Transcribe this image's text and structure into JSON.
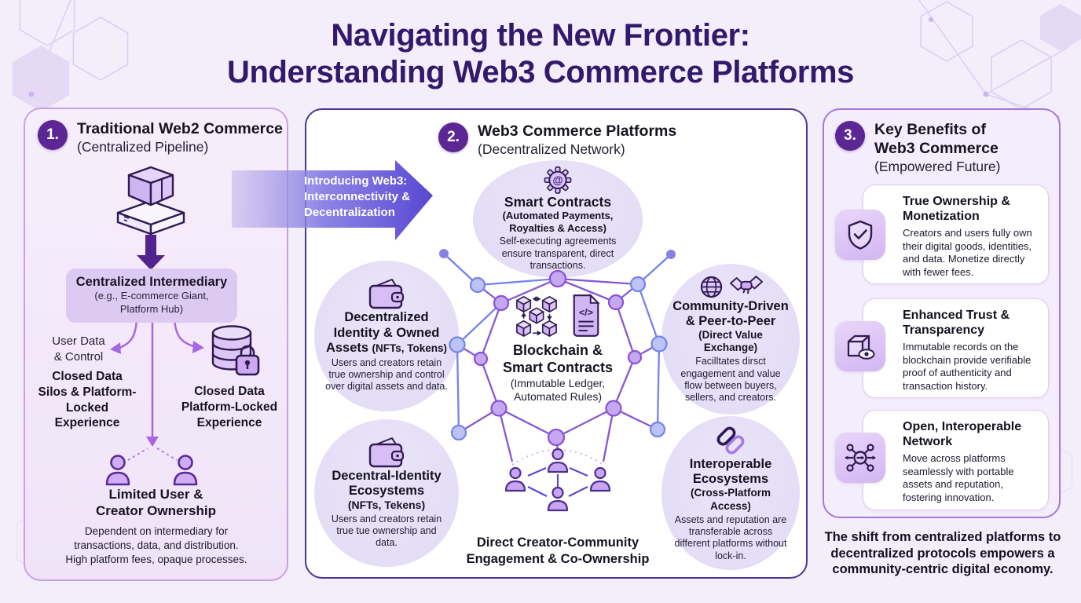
{
  "page": {
    "title_line1": "Navigating the New Frontier:",
    "title_line2": "Understanding Web3 Commerce Platforms"
  },
  "colors": {
    "background": "#f3eef9",
    "title_text": "#32196b",
    "badge": "#5c2694",
    "panel1_border": "#c9a0e6",
    "panel2_border": "#4a3795",
    "panel3_border": "#a379d9",
    "arrow_fill": "#5c4cd6",
    "network_purple": "#8558d6",
    "network_blue": "#7583e8",
    "icon_outline": "#2f1b52",
    "icon_fill": "#d9bef5"
  },
  "panel1": {
    "badge": "1.",
    "title": "Traditional Web2 Commerce",
    "subtitle": "(Centralized Pipeline)",
    "icon": "package-on-platform-icon",
    "intermediary_title": "Centralized Intermediary",
    "intermediary_subtitle": "(e.g., E-commerce Giant,\nPlatform Hub)",
    "user_data_label": "User Data\n& Control",
    "left_outcome": "Closed Data\nSilos & Platform-\nLocked\nExperience",
    "right_outcome": "Closed Data\nPlatform-Locked\nExperience",
    "right_icon": "database-lock-icon",
    "ownership_label": "Limited User &\nCreator Ownership",
    "footer": "Dependent on intermediary for\ntransactions, data, and distribution.\nHigh platform fees, opaque processes."
  },
  "transition_arrow": {
    "line1": "Introducing Web3:",
    "line2": "Interconnectivity &",
    "line3": "Decentralization"
  },
  "panel2": {
    "badge": "2.",
    "title": "Web3 Commerce Platforms",
    "subtitle": "(Decentralized Network)",
    "smart_contracts": {
      "icon": "gear-at-icon",
      "title": "Smart Contracts",
      "subtitle": "(Automated Payments,\nRoyalties & Access)",
      "body": "Self-executing agreements ensure transparent, direct transactions."
    },
    "identity_assets": {
      "icon": "wallet-icon",
      "title": "Decentralized Identity & Owned Assets",
      "subtitle": "(NFTs, Tokens)",
      "body": "Users and creators retain true ownership and control over digital assets and data."
    },
    "community": {
      "icon": "globe-handshake-icon",
      "title": "Community-Driven & Peer-to-Peer",
      "subtitle": "(Direct Value Exchange)",
      "body": "Facilltates dirsct engagement and value flow between buyers, sellers, and creators."
    },
    "center": {
      "icon": "blockchain-cubes-icon and code-document-icon",
      "title": "Blockchain &\nSmart Contracts",
      "subtitle": "(Immutable Ledger,\nAutomated Rules)"
    },
    "identity_ecosystems": {
      "icon": "wallet-icon",
      "title": "Decentral-Identity Ecosystems",
      "subtitle": "(NFTs, Tekens)",
      "body": "Users and creators retain true tue ownership and data."
    },
    "interoperable": {
      "icon": "chain-link-icon",
      "title": "Interoperable Ecosystems",
      "subtitle": "(Cross-Platform Access)",
      "body": "Assets and reputation are transferable across different platforms without lock-in."
    },
    "bottom_label": "Direct Creator-Community\nEngagement & Co-Ownership"
  },
  "panel3": {
    "badge": "3.",
    "title": "Key Benefits of\nWeb3 Commerce",
    "subtitle": "(Empowered Future)",
    "cards": [
      {
        "icon": "shield-check-icon",
        "title": "True Ownership & Monetization",
        "body": "Creators and users fully own their digital goods, identities, and data. Monetize directly with fewer fees."
      },
      {
        "icon": "cube-eye-icon",
        "title": "Enhanced Trust & Transparency",
        "body": "Immutable records on the blockchain provide verifiable proof of authenticity and transaction history."
      },
      {
        "icon": "network-nodes-icon",
        "title": "Open, Interoperable Network",
        "body": "Move across platforms seamlessly with portable assets and reputation, fostering innovation."
      }
    ],
    "footer": "The shift from centralized platforms to\ndecentralized protocols empowers a\ncommunity-centric digital economy."
  }
}
